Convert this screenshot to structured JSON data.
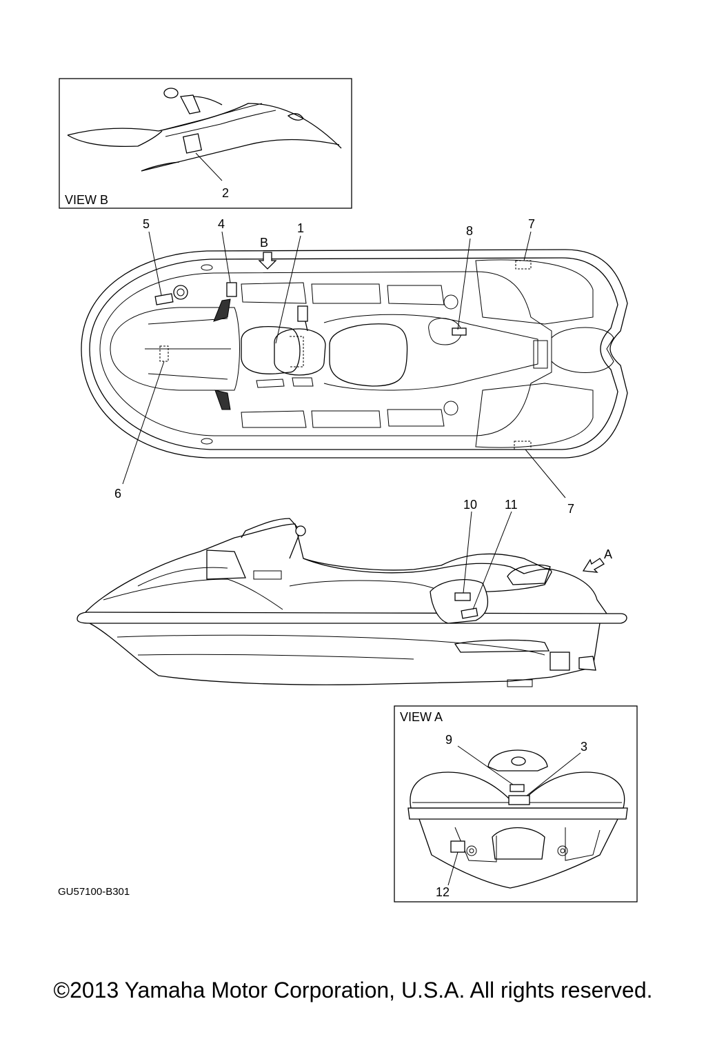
{
  "views": {
    "view_b": "VIEW B",
    "view_a": "VIEW A"
  },
  "arrows": {
    "b": "B",
    "a": "A"
  },
  "callouts": {
    "c1": "1",
    "c2": "2",
    "c3": "3",
    "c4": "4",
    "c5": "5",
    "c6": "6",
    "c7": "7",
    "c8": "8",
    "c9": "9",
    "c10": "10",
    "c11": "11",
    "c12": "12"
  },
  "diagram_code": "GU57100-B301",
  "copyright": "©2013 Yamaha Motor Corporation, U.S.A. All rights reserved."
}
